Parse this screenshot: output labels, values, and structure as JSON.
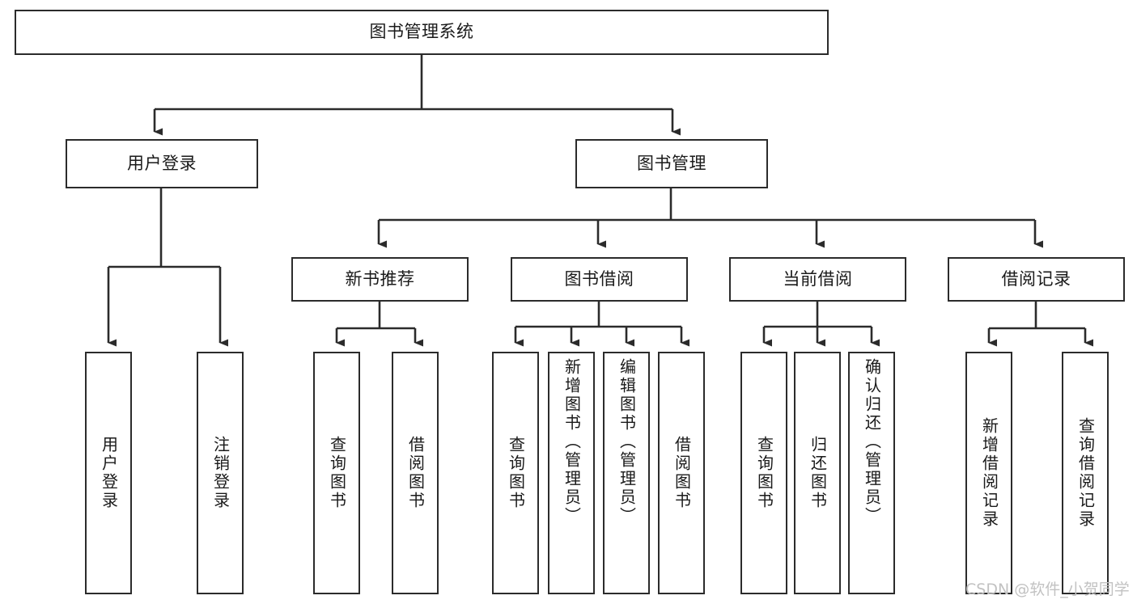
{
  "diagram": {
    "title": "图书管理系统",
    "type": "hierarchy-tree",
    "root": {
      "label": "图书管理系统"
    },
    "level2": [
      {
        "label": "用户登录"
      },
      {
        "label": "图书管理"
      }
    ],
    "level3": [
      {
        "label": "新书推荐"
      },
      {
        "label": "图书借阅"
      },
      {
        "label": "当前借阅"
      },
      {
        "label": "借阅记录"
      }
    ],
    "leaves": {
      "user_login": [
        {
          "label": "用户登录"
        },
        {
          "label": "注销登录"
        }
      ],
      "new_book_recommend": [
        {
          "label": "查询图书"
        },
        {
          "label": "借阅图书"
        }
      ],
      "book_borrow": [
        {
          "label": "查询图书"
        },
        {
          "label": "新增图书（管理员）"
        },
        {
          "label": "编辑图书（管理员）"
        },
        {
          "label": "借阅图书"
        }
      ],
      "current_borrow": [
        {
          "label": "查询图书"
        },
        {
          "label": "归还图书"
        },
        {
          "label": "确认归还（管理员）"
        }
      ],
      "borrow_records": [
        {
          "label": "新增借阅记录"
        },
        {
          "label": "查询借阅记录"
        }
      ]
    }
  },
  "watermark": {
    "text": "CSDN @软件_小贺同学"
  },
  "colors": {
    "background": "#ffffff",
    "stroke": "#2b2b2b",
    "text": "#1a1a1a",
    "watermark": "#c2c2c2"
  }
}
